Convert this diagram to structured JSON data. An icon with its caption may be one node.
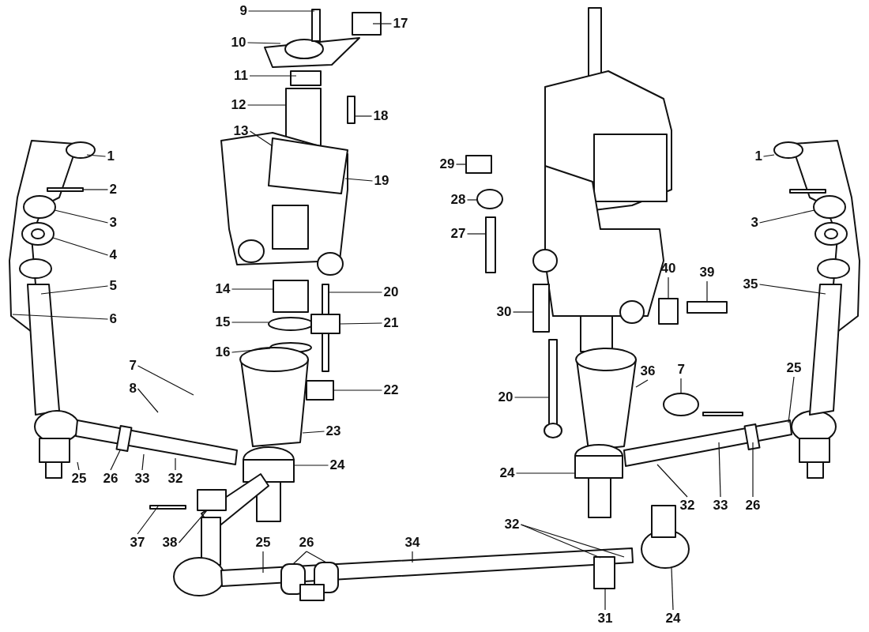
{
  "diagram": {
    "nodes": [
      {
        "text": [
          "1"
        ]
      },
      {
        "text": [
          "2"
        ]
      },
      {
        "text": [
          "3"
        ]
      },
      {
        "text": [
          "4"
        ]
      },
      {
        "text": [
          "5"
        ]
      },
      {
        "text": [
          "6"
        ]
      },
      {
        "text": [
          "7"
        ]
      },
      {
        "text": [
          "8"
        ]
      },
      {
        "text": [
          "9"
        ]
      },
      {
        "text": [
          "10"
        ]
      },
      {
        "text": [
          "11"
        ]
      },
      {
        "text": [
          "12"
        ]
      },
      {
        "text": [
          "13"
        ]
      },
      {
        "text": [
          "17"
        ]
      },
      {
        "text": [
          "18"
        ]
      },
      {
        "text": [
          "19"
        ]
      },
      {
        "text": [
          "14"
        ]
      },
      {
        "text": [
          "15"
        ]
      },
      {
        "text": [
          "16"
        ]
      },
      {
        "text": [
          "20"
        ]
      },
      {
        "text": [
          "21"
        ]
      },
      {
        "text": [
          "22"
        ]
      },
      {
        "text": [
          "23"
        ]
      },
      {
        "text": [
          "24"
        ]
      },
      {
        "text": [
          "25"
        ]
      },
      {
        "text": [
          "26"
        ]
      },
      {
        "text": [
          "33"
        ]
      },
      {
        "text": [
          "32"
        ]
      },
      {
        "text": [
          "37"
        ]
      },
      {
        "text": [
          "38"
        ]
      },
      {
        "text": [
          "25"
        ]
      },
      {
        "text": [
          "26"
        ]
      },
      {
        "text": [
          "34"
        ]
      },
      {
        "text": [
          "29"
        ]
      },
      {
        "text": [
          "28"
        ]
      },
      {
        "text": [
          "27"
        ]
      },
      {
        "text": [
          "30"
        ]
      },
      {
        "text": [
          "40"
        ]
      },
      {
        "text": [
          "39"
        ]
      },
      {
        "text": [
          "20"
        ]
      },
      {
        "text": [
          "36"
        ]
      },
      {
        "text": [
          "7"
        ]
      },
      {
        "text": [
          "1"
        ]
      },
      {
        "text": [
          "3"
        ]
      },
      {
        "text": [
          "35"
        ]
      },
      {
        "text": [
          "25"
        ]
      },
      {
        "text": [
          "24"
        ]
      },
      {
        "text": [
          "32"
        ]
      },
      {
        "text": [
          "33"
        ]
      },
      {
        "text": [
          "26"
        ]
      },
      {
        "text": [
          "32"
        ]
      },
      {
        "text": [
          "24"
        ]
      },
      {
        "text": [
          "31"
        ]
      }
    ],
    "edges": [
      {
        "from": 0,
        "to": null,
        "arrow": "none"
      },
      {
        "from": 1,
        "to": null,
        "arrow": "none"
      },
      {
        "from": 2,
        "to": null,
        "arrow": "none"
      },
      {
        "from": 3,
        "to": null,
        "arrow": "none"
      },
      {
        "from": 4,
        "to": null,
        "arrow": "none"
      },
      {
        "from": 5,
        "to": null,
        "arrow": "none"
      },
      {
        "from": 6,
        "to": null,
        "arrow": "none"
      },
      {
        "from": 7,
        "to": null,
        "arrow": "none"
      },
      {
        "from": 8,
        "to": null,
        "arrow": "none"
      },
      {
        "from": 9,
        "to": null,
        "arrow": "none"
      },
      {
        "from": 10,
        "to": null,
        "arrow": "none"
      },
      {
        "from": 11,
        "to": null,
        "arrow": "none"
      },
      {
        "from": 12,
        "to": null,
        "arrow": "none"
      },
      {
        "from": 13,
        "to": null,
        "arrow": "none"
      },
      {
        "from": 14,
        "to": null,
        "arrow": "none"
      },
      {
        "from": 15,
        "to": null,
        "arrow": "none"
      },
      {
        "from": 16,
        "to": null,
        "arrow": "none"
      },
      {
        "from": 17,
        "to": null,
        "arrow": "none"
      },
      {
        "from": 18,
        "to": null,
        "arrow": "none"
      },
      {
        "from": 19,
        "to": null,
        "arrow": "none"
      },
      {
        "from": 20,
        "to": null,
        "arrow": "none"
      },
      {
        "from": 21,
        "to": null,
        "arrow": "none"
      },
      {
        "from": 22,
        "to": null,
        "arrow": "none"
      },
      {
        "from": 23,
        "to": null,
        "arrow": "none"
      },
      {
        "from": 24,
        "to": null,
        "arrow": "none"
      },
      {
        "from": 25,
        "to": null,
        "arrow": "none"
      },
      {
        "from": 26,
        "to": null,
        "arrow": "none"
      },
      {
        "from": 27,
        "to": null,
        "arrow": "none"
      },
      {
        "from": 28,
        "to": null,
        "arrow": "none"
      },
      {
        "from": 29,
        "to": null,
        "arrow": "none"
      },
      {
        "from": 30,
        "to": null,
        "arrow": "none"
      },
      {
        "from": 31,
        "to": null,
        "arrow": "none"
      },
      {
        "from": 31,
        "to": null,
        "arrow": "none"
      },
      {
        "from": 32,
        "to": null,
        "arrow": "none"
      },
      {
        "from": 33,
        "to": null,
        "arrow": "none"
      },
      {
        "from": 34,
        "to": null,
        "arrow": "none"
      },
      {
        "from": 35,
        "to": null,
        "arrow": "none"
      },
      {
        "from": 36,
        "to": null,
        "arrow": "none"
      },
      {
        "from": 37,
        "to": null,
        "arrow": "none"
      },
      {
        "from": 38,
        "to": null,
        "arrow": "none"
      },
      {
        "from": 39,
        "to": null,
        "arrow": "none"
      },
      {
        "from": 40,
        "to": null,
        "arrow": "none"
      },
      {
        "from": 41,
        "to": null,
        "arrow": "none"
      },
      {
        "from": 42,
        "to": null,
        "arrow": "none"
      },
      {
        "from": 43,
        "to": null,
        "arrow": "none"
      },
      {
        "from": 44,
        "to": null,
        "arrow": "none"
      },
      {
        "from": 45,
        "to": null,
        "arrow": "none"
      },
      {
        "from": 46,
        "to": null,
        "arrow": "none"
      },
      {
        "from": 47,
        "to": null,
        "arrow": "none"
      },
      {
        "from": 48,
        "to": null,
        "arrow": "none"
      },
      {
        "from": 49,
        "to": null,
        "arrow": "none"
      },
      {
        "from": 50,
        "to": null,
        "arrow": "none"
      },
      {
        "from": 50,
        "to": null,
        "arrow": "none"
      },
      {
        "from": 51,
        "to": null,
        "arrow": "none"
      },
      {
        "from": 52,
        "to": null,
        "arrow": "none"
      }
    ]
  }
}
